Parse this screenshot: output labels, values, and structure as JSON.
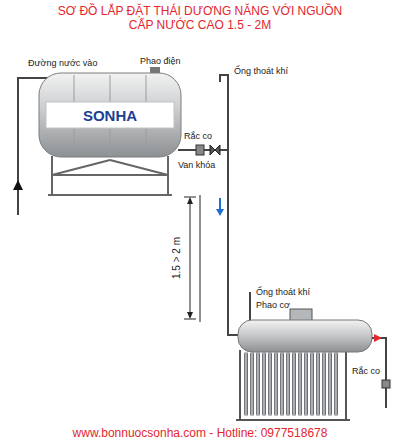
{
  "diagram": {
    "title": "SƠ ĐỒ LẮP ĐẶT THÁI DƯƠNG NĂNG VỚI NGUỒN CẤP NƯỚC CAO 1.5 - 2M",
    "caption": "www.bonnuocsonha.com - Hotline: 0977518678",
    "nodes": [
      {
        "text": [
          "SONHA"
        ]
      }
    ],
    "labels": [
      "Đường nước vào",
      "Phao điện",
      "Ống thoát khí",
      "Rắc co",
      "Van khóa",
      "1.5 > 2 m",
      "Ống thoát khí",
      "Phao cơ",
      "Rắc co"
    ]
  }
}
